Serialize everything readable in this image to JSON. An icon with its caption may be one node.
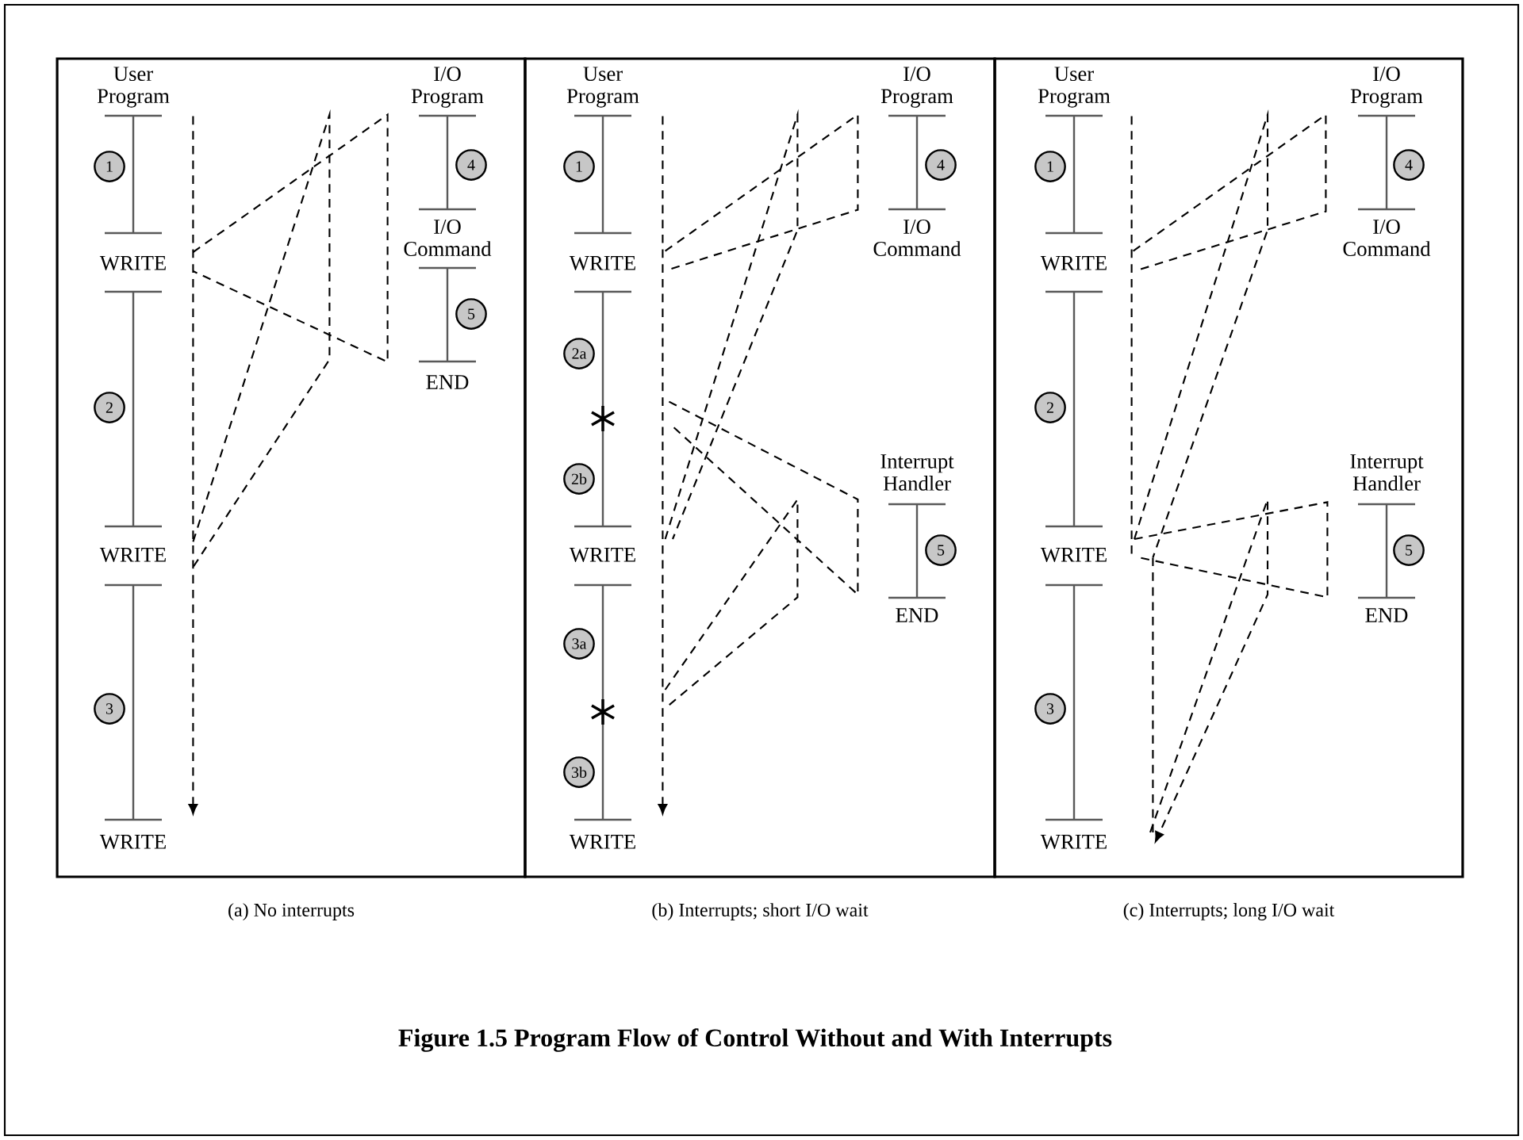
{
  "diagram": {
    "title": "Figure 1.5  Program Flow of Control Without and With Interrupts",
    "nodes": [
      {
        "text": [],
        "shape": "box",
        "beside": [
          "(a) No interrupts"
        ]
      },
      {
        "text": [],
        "shape": "box",
        "beside": [
          "(b) Interrupts; short I/O wait"
        ]
      },
      {
        "text": [],
        "shape": "box",
        "beside": [
          "(c) Interrupts; long I/O wait"
        ]
      },
      {
        "text": [
          "1"
        ],
        "in": 0
      },
      {
        "text": [
          "2"
        ],
        "in": 0
      },
      {
        "text": [
          "3"
        ],
        "in": 0
      },
      {
        "text": [
          "4"
        ],
        "in": 0
      },
      {
        "text": [
          "5"
        ],
        "in": 0
      },
      {
        "text": [
          "1"
        ],
        "in": 1
      },
      {
        "text": [
          "2a"
        ],
        "in": 1
      },
      {
        "text": [
          "2b"
        ],
        "in": 1
      },
      {
        "text": [
          "3a"
        ],
        "in": 1
      },
      {
        "text": [
          "3b"
        ],
        "in": 1
      },
      {
        "text": [
          "4"
        ],
        "in": 1
      },
      {
        "text": [
          "5"
        ],
        "in": 1
      },
      {
        "text": [
          "1"
        ],
        "in": 2
      },
      {
        "text": [
          "2"
        ],
        "in": 2
      },
      {
        "text": [
          "3"
        ],
        "in": 2
      },
      {
        "text": [
          "4"
        ],
        "in": 2
      },
      {
        "text": [
          "5"
        ],
        "in": 2
      }
    ],
    "labels": [
      "User Program",
      "I/O Program",
      "WRITE",
      "I/O Command",
      "END",
      "WRITE",
      "WRITE",
      "User Program",
      "I/O Program",
      "WRITE",
      "I/O Command",
      "Interrupt Handler",
      "WRITE",
      "END",
      "WRITE",
      "User Program",
      "I/O Program",
      "WRITE",
      "I/O Command",
      "Interrupt Handler",
      "WRITE",
      "END",
      "WRITE"
    ]
  }
}
